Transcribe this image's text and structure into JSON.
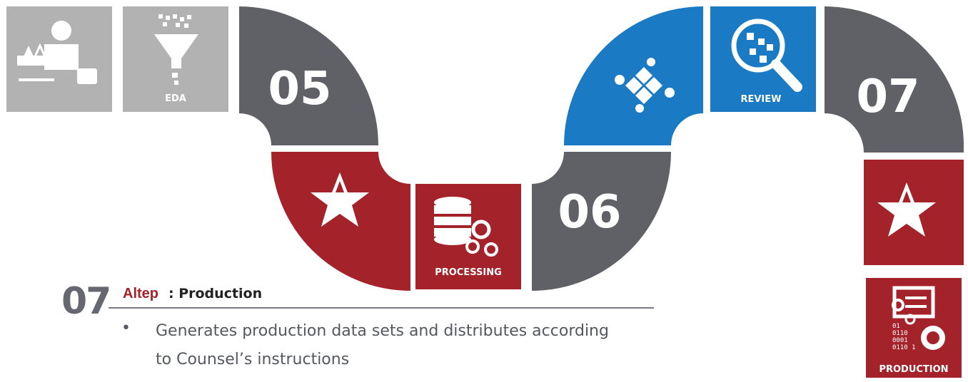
{
  "colors": {
    "gray_tile": "#b2b2b2",
    "dark_gray": "#606167",
    "red": "#a4232a",
    "blue": "#1a7ac4"
  },
  "steps": {
    "step_05": "05",
    "step_06": "06",
    "step_07": "07",
    "eda": "EDA",
    "processing": "PROCESSING",
    "review": "REVIEW",
    "production": "PRODUCTION"
  },
  "icons": {
    "legal": "legal-counsel-icon",
    "eda": "funnel-icon",
    "processing": "database-gears-icon",
    "review": "magnifier-icon",
    "analytics": "node-network-icon",
    "star": "altep-star-icon",
    "production": "binary-gears-document-icon"
  },
  "production_binary": [
    "01",
    "0110",
    "0001",
    "0110 1"
  ],
  "caption": {
    "number": "07",
    "logo": "Altep",
    "title": ": Production",
    "bullet": "•",
    "text": "Generates production data sets and distributes according to Counsel’s instructions"
  }
}
